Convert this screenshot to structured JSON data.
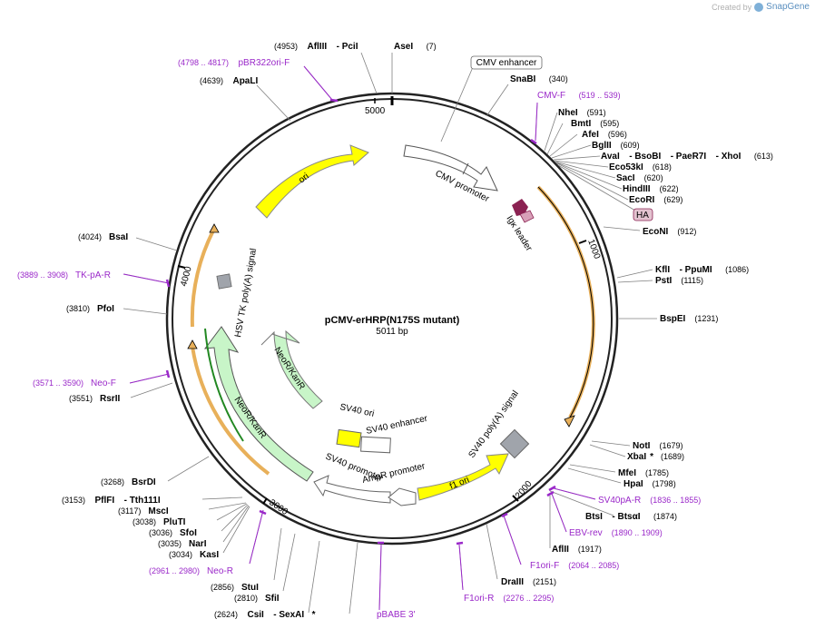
{
  "credit": {
    "prefix": "Created by",
    "brand": "SnapGene"
  },
  "map": {
    "title": "pCMV-erHRP(N175S mutant)",
    "length_label": "5011 bp",
    "tick_labels": [
      "1000",
      "2000",
      "3000",
      "4000",
      "5000"
    ]
  },
  "features": {
    "ori": "ori",
    "cmv_promoter": "CMV promoter",
    "igk_leader": "Igκ leader",
    "hsv_tk": "HSV TK poly(A) signal",
    "neo_inner": "NeoR/KanR",
    "neo_outer": "NeoR/KanR",
    "sv40_ori": "SV40 ori",
    "sv40_enhancer": "SV40 enhancer",
    "sv40_promoter": "SV40 promoter",
    "ampr_promoter": "AmpR promoter",
    "sv40_polya": "SV40 poly(A) signal",
    "f1_ori": "f1 ori",
    "cmv_enhancer_box": "CMV enhancer",
    "ha_box": "HA"
  },
  "sites": {
    "afliii_pcii": {
      "pos": "(4953)",
      "name": "AflIII",
      "name2": "PciI"
    },
    "asei": {
      "name": "AseI",
      "pos": "(7)"
    },
    "snabi": {
      "name": "SnaBI",
      "pos": "(340)"
    },
    "nhei": {
      "name": "NheI",
      "pos": "(591)"
    },
    "bmti": {
      "name": "BmtI",
      "pos": "(595)"
    },
    "afei": {
      "name": "AfeI",
      "pos": "(596)"
    },
    "bglii": {
      "name": "BglII",
      "pos": "(609)"
    },
    "avai": {
      "name": "AvaI",
      "name2": "BsoBI",
      "name3": "PaeR7I",
      "name4": "XhoI",
      "pos": "(613)"
    },
    "eco53ki": {
      "name": "Eco53kI",
      "pos": "(618)"
    },
    "saci": {
      "name": "SacI",
      "pos": "(620)"
    },
    "hindiii": {
      "name": "HindIII",
      "pos": "(622)"
    },
    "ecori": {
      "name": "EcoRI",
      "pos": "(629)"
    },
    "econi": {
      "name": "EcoNI",
      "pos": "(912)"
    },
    "kfli": {
      "name": "KflI",
      "name2": "PpuMI",
      "pos": "(1086)"
    },
    "psti": {
      "name": "PstI",
      "pos": "(1115)"
    },
    "bspei": {
      "name": "BspEI",
      "pos": "(1231)"
    },
    "noti": {
      "name": "NotI",
      "pos": "(1679)"
    },
    "xbai": {
      "name": "XbaI",
      "star": "*",
      "pos": "(1689)"
    },
    "mfei": {
      "name": "MfeI",
      "pos": "(1785)"
    },
    "hpai": {
      "name": "HpaI",
      "pos": "(1798)"
    },
    "btsi": {
      "name": "BtsI",
      "name2": "BtsαI",
      "pos": "(1874)"
    },
    "afliii2": {
      "name": "AflII",
      "pos": "(1917)"
    },
    "draiii": {
      "name": "DraIII",
      "pos": "(2151)"
    },
    "apali": {
      "pos": "(4639)",
      "name": "ApaLI"
    },
    "bsai": {
      "pos": "(4024)",
      "name": "BsaI"
    },
    "pfoi": {
      "pos": "(3810)",
      "name": "PfoI"
    },
    "rsrii": {
      "pos": "(3551)",
      "name": "RsrII"
    },
    "bsrdi": {
      "pos": "(3268)",
      "name": "BsrDI"
    },
    "pflfi": {
      "pos": "(3153)",
      "name": "PflFI",
      "name2": "Tth111I"
    },
    "msci": {
      "pos": "(3117)",
      "name": "MscI"
    },
    "plutI": {
      "pos": "(3038)",
      "name": "PluTI"
    },
    "sfoi": {
      "pos": "(3036)",
      "name": "SfoI"
    },
    "nari": {
      "pos": "(3035)",
      "name": "NarI"
    },
    "kasi": {
      "pos": "(3034)",
      "name": "KasI"
    },
    "stui": {
      "pos": "(2856)",
      "name": "StuI"
    },
    "sfii": {
      "pos": "(2810)",
      "name": "SfiI"
    },
    "csii": {
      "pos": "(2624)",
      "name": "CsiI",
      "name2": "SexAI",
      "star": "*"
    }
  },
  "primers": {
    "pbr322": {
      "pos": "(4798 .. 4817)",
      "name": "pBR322ori-F"
    },
    "cmvf": {
      "name": "CMV-F",
      "pos": "(519 .. 539)"
    },
    "tkpa": {
      "pos": "(3889 .. 3908)",
      "name": "TK-pA-R"
    },
    "neof": {
      "pos": "(3571 .. 3590)",
      "name": "Neo-F"
    },
    "neor": {
      "pos": "(2961 .. 2980)",
      "name": "Neo-R"
    },
    "sv40par": {
      "name": "SV40pA-R",
      "pos": "(1836 .. 1855)"
    },
    "ebvrev": {
      "name": "EBV-rev",
      "pos": "(1890 .. 1909)"
    },
    "f1orif": {
      "name": "F1ori-F",
      "pos": "(2064 .. 2085)"
    },
    "f1orir": {
      "name": "F1ori-R",
      "pos": "(2276 .. 2295)"
    },
    "pbabe": {
      "name": "pBABE 3'"
    }
  },
  "colors": {
    "ring": "#222222",
    "ori": "#ffff00",
    "neo": "#c8f5c8",
    "orf_outline": "#e8b05a",
    "primer": "#9a28c9",
    "igk": "#8b2252",
    "polya": "#a0a4ab"
  }
}
